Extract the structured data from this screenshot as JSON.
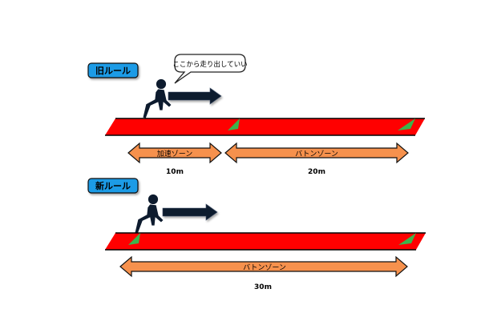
{
  "old_rule": {
    "badge": "旧ルール",
    "speech": "ここから走り出していい",
    "accel_zone": {
      "label": "加速ゾーン",
      "length": "10m"
    },
    "baton_zone": {
      "label": "バトンゾーン",
      "length": "20m"
    }
  },
  "new_rule": {
    "badge": "新ルール",
    "baton_zone": {
      "label": "バトンゾーン",
      "length": "30m"
    }
  },
  "colors": {
    "track": "#ff0000",
    "marker": "#3cb44b",
    "badge": "#1e9be6",
    "zone_arrow": "#f6914d",
    "runner": "#0d1b2e",
    "motion_arrow": "#0d1b2e"
  }
}
